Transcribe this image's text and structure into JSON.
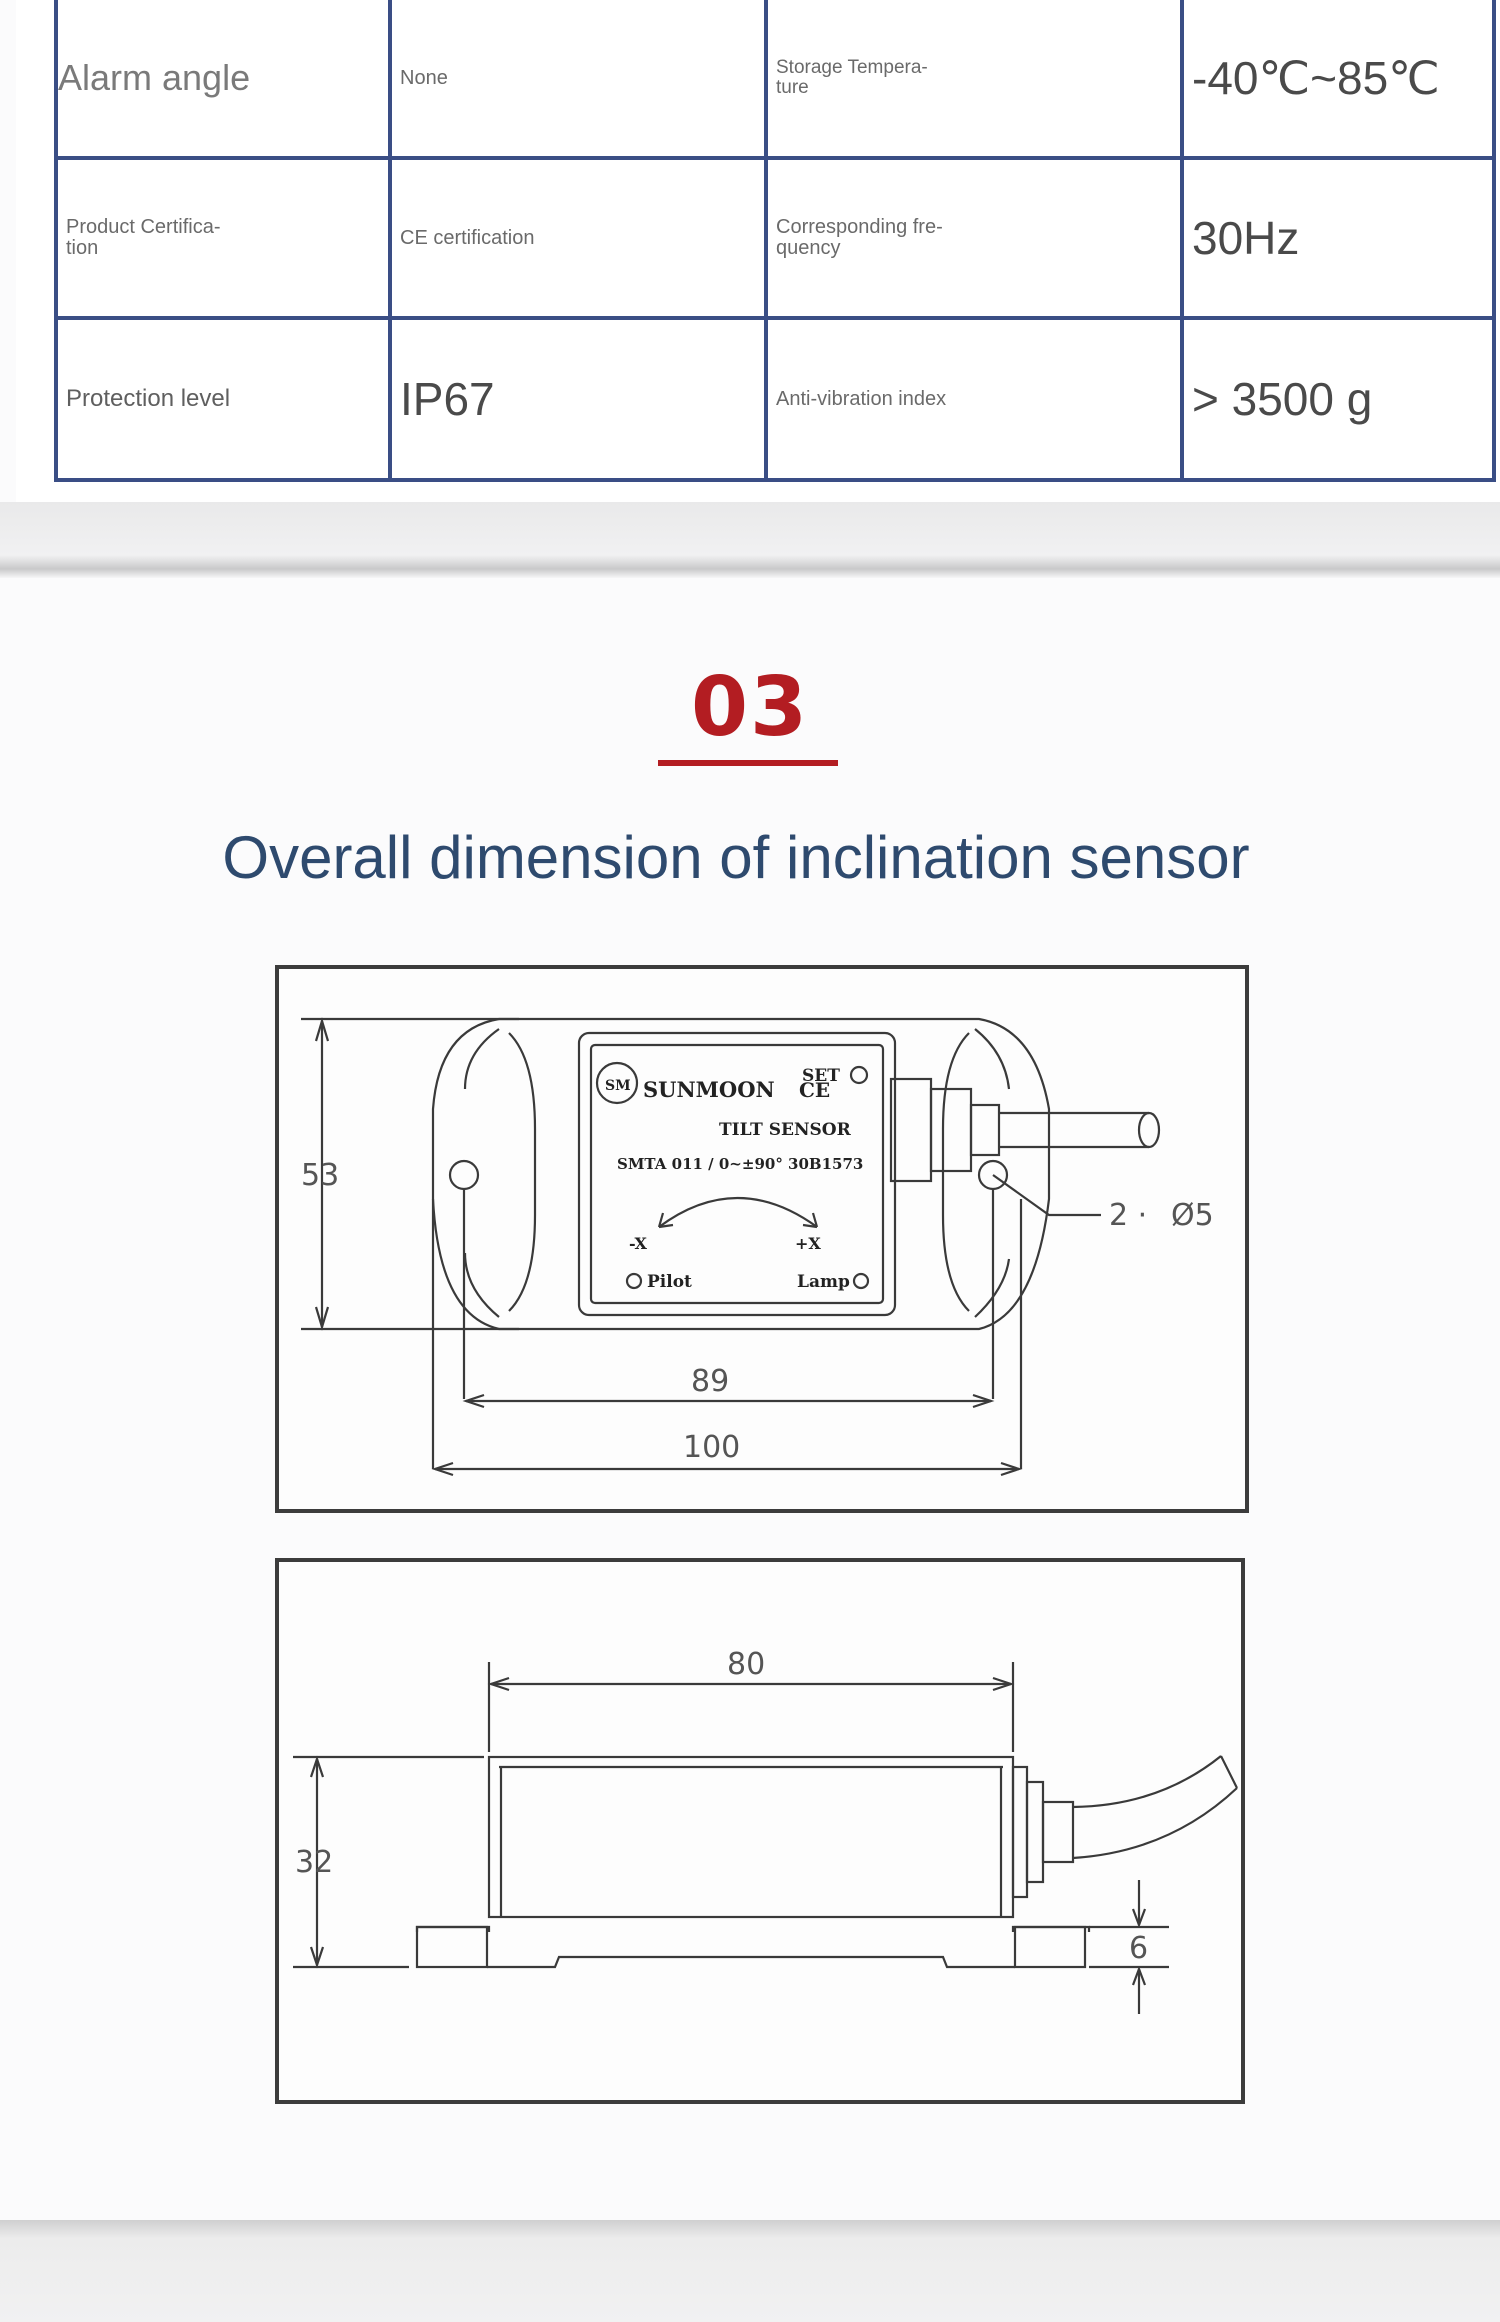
{
  "spec_table": {
    "rows": [
      [
        "Alarm angle",
        "None",
        "Storage Tempera-\nture",
        "-40℃~85℃"
      ],
      [
        "Product Certifica-\ntion",
        "CE certification",
        "Corresponding fre-\nquency",
        "30Hz"
      ],
      [
        "Protection level",
        "IP67",
        "Anti-vibration index",
        "> 3500 g"
      ]
    ]
  },
  "section": {
    "number": "03",
    "title": "Overall dimension of inclination sensor",
    "accent": "#b31d22",
    "title_color": "#2e4a6e"
  },
  "top_view": {
    "dim_height": "53",
    "dim_hole_spacing": "89",
    "dim_width": "100",
    "hole_callout": "2 ·",
    "hole_diameter": "Ø5",
    "label": {
      "brand": "SUNMOON",
      "brand_badge": "SM",
      "ce_mark": "CE",
      "set": "SET",
      "product": "TILT SENSOR",
      "model": "SMTA 011 / 0~±90° 30B1573",
      "minus_x": "-X",
      "plus_x": "+X",
      "pilot": "Pilot",
      "lamp": "Lamp"
    }
  },
  "side_view": {
    "dim_length": "80",
    "dim_height": "32",
    "dim_flange": "6"
  },
  "colors": {
    "table_border": "#3a4e85"
  }
}
